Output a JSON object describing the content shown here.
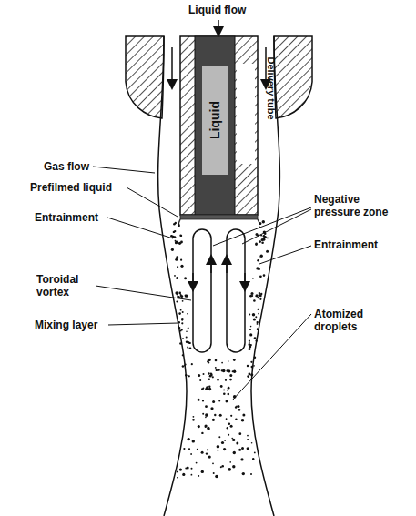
{
  "diagram": {
    "nodes": [
      {
        "text": [
          "Liquid"
        ]
      }
    ],
    "labels": [
      "Liquid flow",
      "Delivery tube",
      "Gas flow",
      "Prefilmed liquid",
      "Negative pressure zone",
      "Entrainment",
      "Entrainment",
      "Toroidal vortex",
      "Mixing layer",
      "Atomized droplets"
    ]
  }
}
